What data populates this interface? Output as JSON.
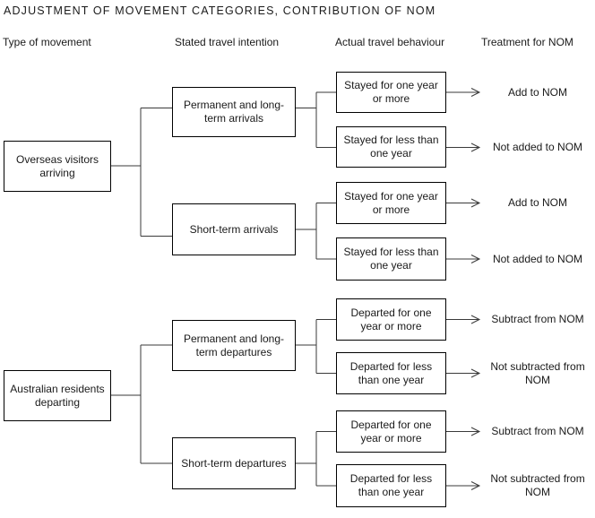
{
  "title": "ADJUSTMENT OF MOVEMENT CATEGORIES, CONTRIBUTION OF NOM",
  "columns": [
    {
      "label": "Type of movement"
    },
    {
      "label": "Stated travel intention"
    },
    {
      "label": "Actual travel behaviour"
    },
    {
      "label": "Treatment for NOM"
    }
  ],
  "colors": {
    "box_border": "#000000",
    "box_fill": "#ffffff",
    "text": "#1a1a1a",
    "edge": "#3a3a3a"
  },
  "nodes": {
    "source_arrivals": "Overseas visitors arriving",
    "source_departures": "Australian residents departing",
    "intention_pl_arrivals": "Permanent and long-term arrivals",
    "intention_st_arrivals": "Short-term arrivals",
    "intention_pl_departures": "Permanent and long-term departures",
    "intention_st_departures": "Short-term departures",
    "behaviour_stayed_one_year_a": "Stayed for one year or more",
    "behaviour_stayed_less_a": "Stayed for less than one year",
    "behaviour_stayed_one_year_b": "Stayed for one year or more",
    "behaviour_stayed_less_b": "Stayed for less than one year",
    "behaviour_departed_one_year_a": "Departed for one year or more",
    "behaviour_departed_less_a": "Departed for less than one year",
    "behaviour_departed_one_year_b": "Departed for one year or more",
    "behaviour_departed_less_b": "Departed for less than one year"
  },
  "outcomes": {
    "add_1": "Add to NOM",
    "not_added_1": "Not added to NOM",
    "add_2": "Add to NOM",
    "not_added_2": "Not added to NOM",
    "subtract_1": "Subtract from NOM",
    "not_subtracted_1": "Not subtracted from NOM",
    "subtract_2": "Subtract from NOM",
    "not_subtracted_2": "Not subtracted from NOM"
  }
}
